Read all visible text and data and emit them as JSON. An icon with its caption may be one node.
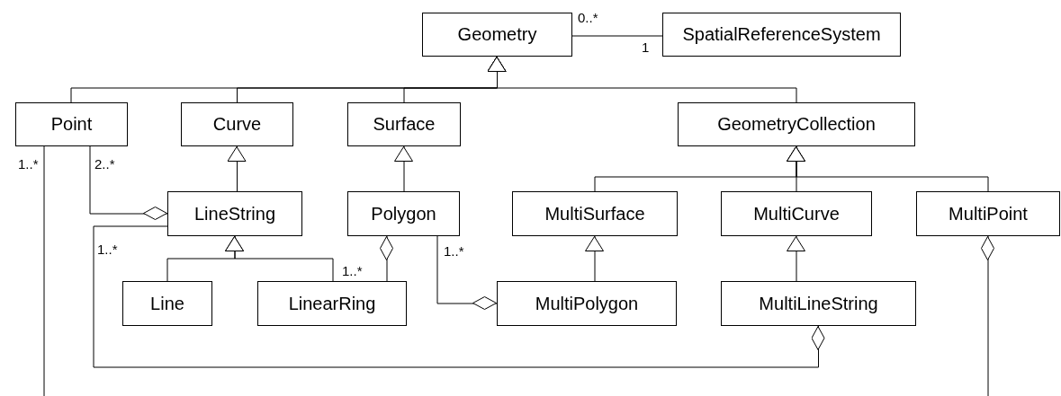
{
  "diagram": {
    "nodes": [
      {
        "text": [
          "Geometry"
        ]
      },
      {
        "text": [
          "SpatialReferenceSystem"
        ]
      },
      {
        "text": [
          "Point"
        ]
      },
      {
        "text": [
          "Curve"
        ]
      },
      {
        "text": [
          "Surface"
        ]
      },
      {
        "text": [
          "GeometryCollection"
        ]
      },
      {
        "text": [
          "LineString"
        ]
      },
      {
        "text": [
          "Polygon"
        ]
      },
      {
        "text": [
          "MultiSurface"
        ]
      },
      {
        "text": [
          "MultiCurve"
        ]
      },
      {
        "text": [
          "MultiPoint"
        ]
      },
      {
        "text": [
          "Line"
        ]
      },
      {
        "text": [
          "LinearRing"
        ]
      },
      {
        "text": [
          "MultiPolygon"
        ]
      },
      {
        "text": [
          "MultiLineString"
        ]
      }
    ],
    "edges": [
      {
        "from": 0,
        "to": 1,
        "arrow": "none"
      },
      {
        "from": 2,
        "to": 0,
        "arrow": "to"
      },
      {
        "from": 3,
        "to": 0,
        "arrow": "to"
      },
      {
        "from": 4,
        "to": 0,
        "arrow": "to"
      },
      {
        "from": 5,
        "to": 0,
        "arrow": "to"
      },
      {
        "from": 6,
        "to": 3,
        "arrow": "to"
      },
      {
        "from": 7,
        "to": 4,
        "arrow": "to"
      },
      {
        "from": 8,
        "to": 5,
        "arrow": "to"
      },
      {
        "from": 9,
        "to": 5,
        "arrow": "to"
      },
      {
        "from": 10,
        "to": 5,
        "arrow": "to"
      },
      {
        "from": 11,
        "to": 6,
        "arrow": "to"
      },
      {
        "from": 12,
        "to": 6,
        "arrow": "to"
      },
      {
        "from": 13,
        "to": 8,
        "arrow": "to"
      },
      {
        "from": 14,
        "to": 9,
        "arrow": "to"
      },
      {
        "from": 2,
        "to": 6,
        "arrow": "other"
      },
      {
        "from": 12,
        "to": 7,
        "arrow": "other"
      },
      {
        "from": 7,
        "to": 13,
        "arrow": "other"
      },
      {
        "from": 6,
        "to": 14,
        "arrow": "other"
      },
      {
        "from": 2,
        "to": null,
        "arrow": "none"
      },
      {
        "from": null,
        "to": 10,
        "arrow": "other"
      }
    ],
    "labels": [
      "0..*",
      "1",
      "1..*",
      "2..*",
      "1..*",
      "1..*",
      "1..*"
    ]
  }
}
